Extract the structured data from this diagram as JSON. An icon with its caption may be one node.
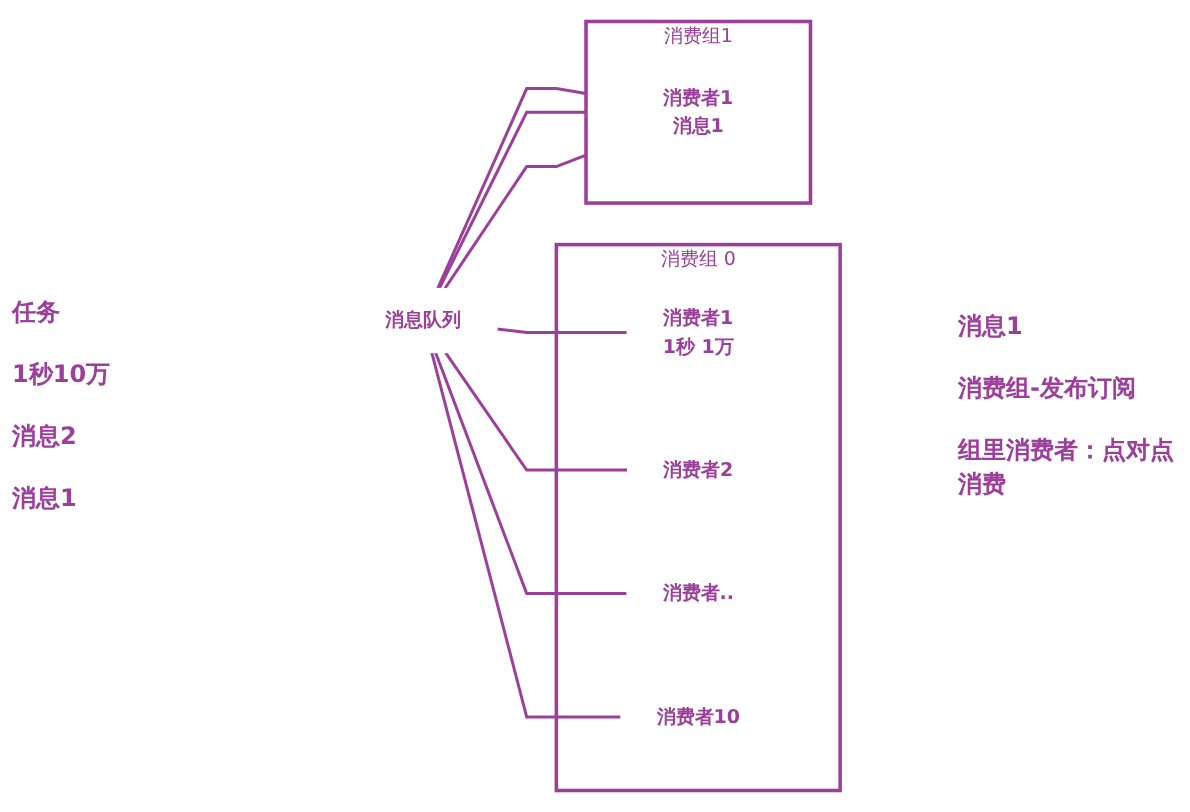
{
  "diagram": {
    "nodes": [
      {
        "text": [
          "消息队列"
        ]
      },
      {
        "text": [
          "消费组 0"
        ]
      },
      {
        "text": [
          "消费者1",
          "1秒 1万"
        ],
        "in": 1
      },
      {
        "text": [
          "消费者2"
        ],
        "in": 1
      },
      {
        "text": [
          "消费者.."
        ],
        "in": 1
      },
      {
        "text": [
          "消费者10"
        ],
        "in": 1
      },
      {
        "text": [
          "消费组1"
        ]
      },
      {
        "text": [
          "消费者1",
          "消息1"
        ],
        "in": 6
      }
    ],
    "edges": [
      {
        "from": 0,
        "to": 2,
        "arrow": "none"
      },
      {
        "from": 0,
        "to": 3,
        "arrow": "none"
      },
      {
        "from": 0,
        "to": 4,
        "arrow": "none"
      },
      {
        "from": 0,
        "to": 5,
        "arrow": "none"
      },
      {
        "from": 0,
        "to": 6,
        "arrow": "none"
      },
      {
        "from": 0,
        "to": 6,
        "arrow": "none"
      },
      {
        "from": 0,
        "to": 6,
        "arrow": "none"
      }
    ],
    "labels": [
      "任务",
      "1秒10万",
      "消息2",
      "消息1",
      "消息1",
      "消费组-发布订阅",
      "组里消费者：点对点消费"
    ]
  }
}
